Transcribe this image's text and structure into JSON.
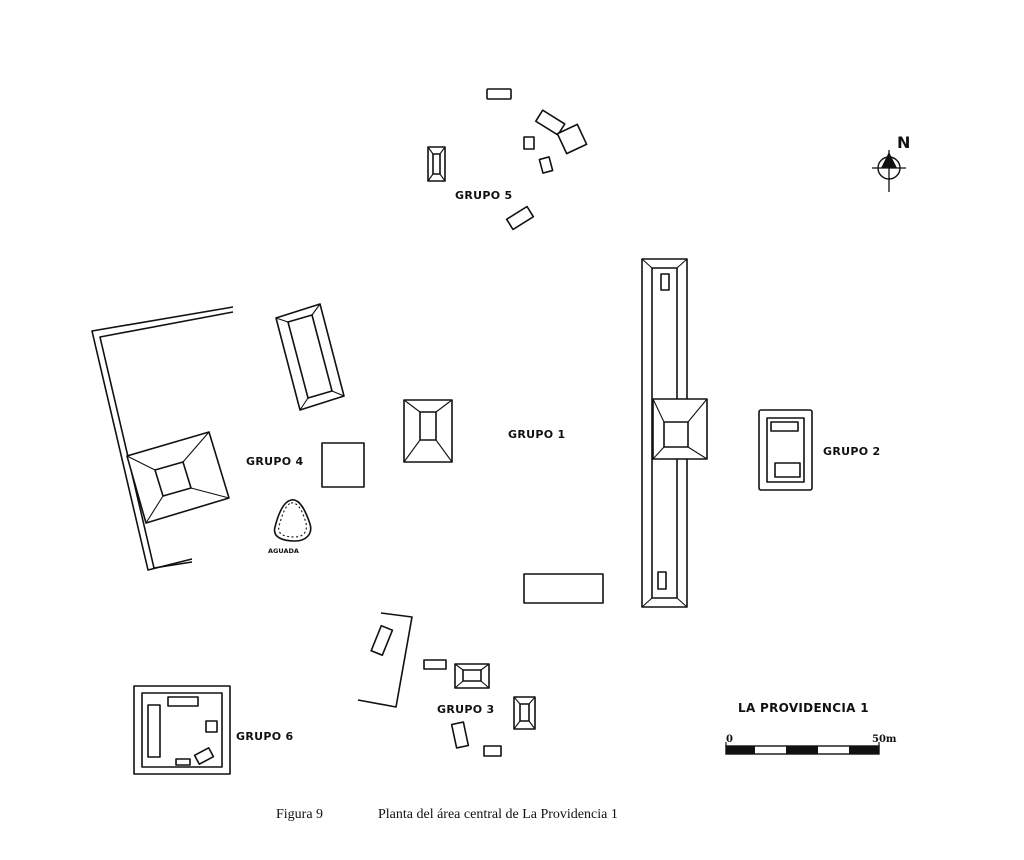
{
  "map": {
    "title": "LA PROVIDENCIA 1",
    "north_label": "N",
    "groups": {
      "grupo1": "GRUPO 1",
      "grupo2": "GRUPO 2",
      "grupo3": "GRUPO 3",
      "grupo4": "GRUPO 4",
      "grupo5": "GRUPO 5",
      "grupo6": "GRUPO 6"
    },
    "aguada": "AGUADA",
    "scale": {
      "start": "0",
      "end": "50m"
    }
  },
  "caption": {
    "figure": "Figura 9",
    "text": "Planta del área central de La Providencia 1"
  }
}
